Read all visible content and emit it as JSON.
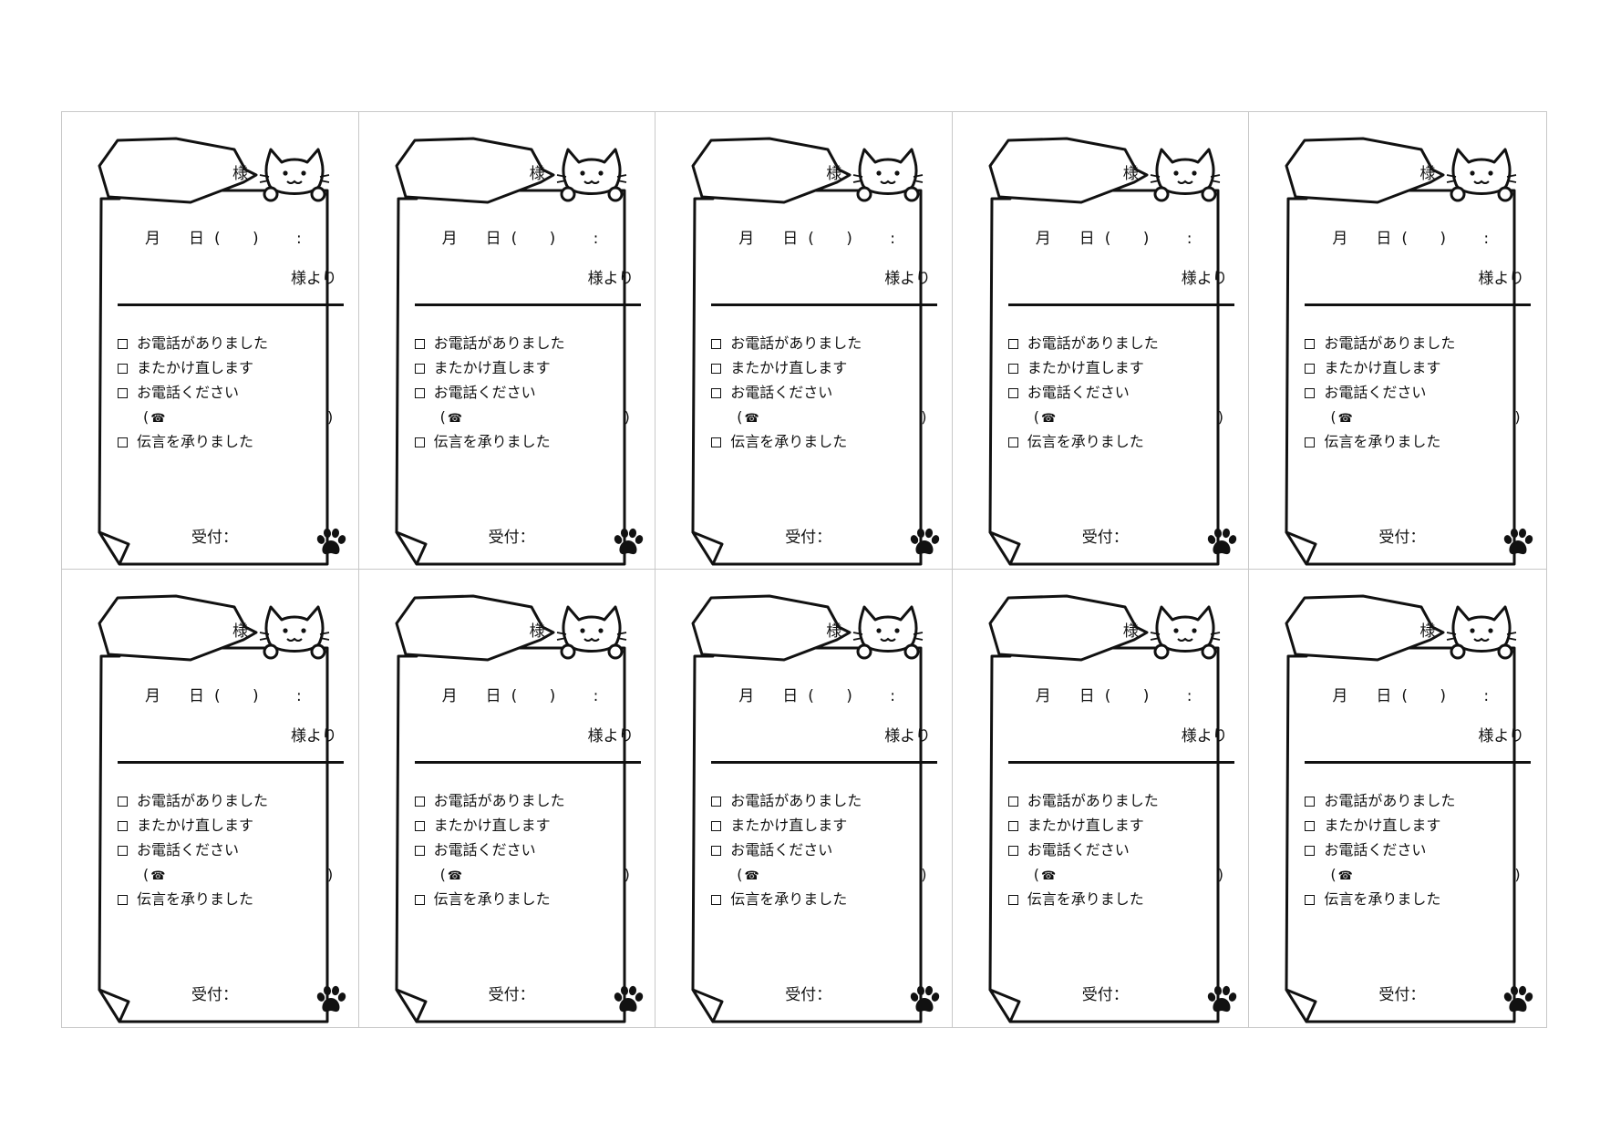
{
  "memo": {
    "to_suffix": "様",
    "month": "月",
    "day": "日",
    "paren_open": "(",
    "paren_close": ")",
    "colon": ":",
    "from_suffix": "様より",
    "options": [
      "お電話がありました",
      "またかけ直します",
      "お電話ください",
      "伝言を承りました"
    ],
    "phone_open": "(",
    "phone_icon": "☎",
    "phone_close": ")",
    "received": "受付："
  },
  "icons": [
    "cat-icon",
    "paw-icon",
    "telephone-icon",
    "speech-bubble-icon"
  ],
  "colors": {
    "line": "#111111",
    "grid": "#c8c8c8",
    "background": "#ffffff"
  },
  "layout_grid": {
    "columns": 5,
    "rows": 2,
    "count": 10
  }
}
